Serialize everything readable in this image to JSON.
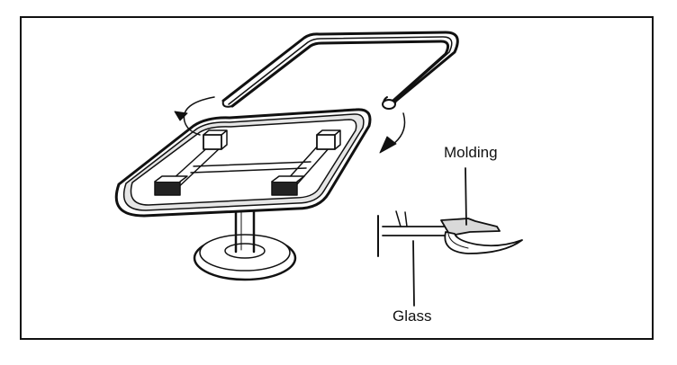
{
  "labels": {
    "molding": "Molding",
    "glass": "Glass"
  },
  "colors": {
    "ink": "#111111",
    "background": "#ffffff",
    "gray_fill": "#d9d9d9"
  },
  "icons": {
    "rotation_arrows": "curved-arrow-icon",
    "leader_lines": "leader-line"
  }
}
